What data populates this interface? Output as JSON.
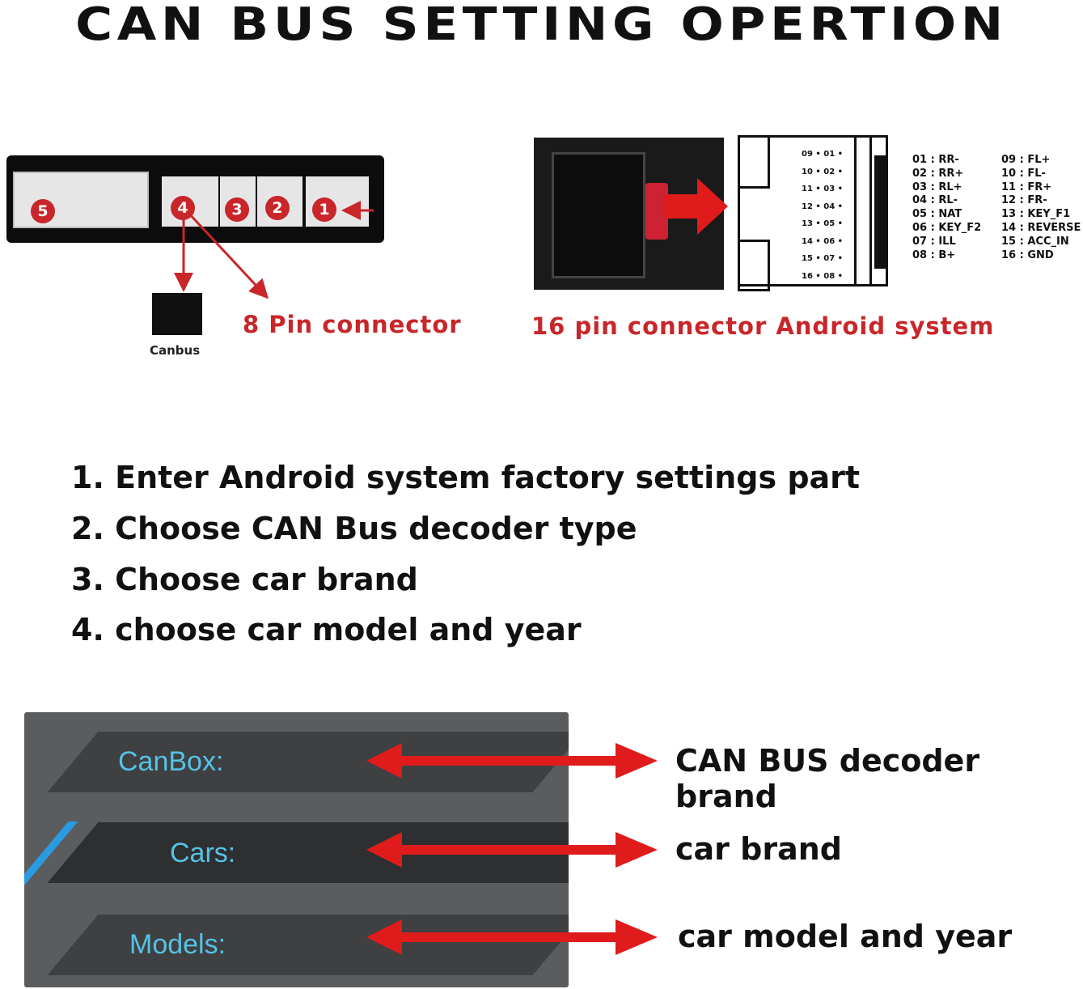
{
  "title": "CAN BUS SETTING OPERTION",
  "connector_8pin": {
    "numbers": [
      "5",
      "4",
      "3",
      "2",
      "1"
    ],
    "canbus_label": "Canbus",
    "caption": "8 Pin connector"
  },
  "connector_16pin": {
    "caption": "16 pin connector Android system",
    "diagram_rows": [
      "09 • 01 •",
      "10 • 02 •",
      "11 • 03 •",
      "12 • 04 •",
      "13 • 05 •",
      "14 • 06 •",
      "15 • 07 •",
      "16 • 08 •"
    ],
    "pins_left": [
      "01 : RR-",
      "02 : RR+",
      "03 : RL+",
      "04 : RL-",
      "05 : NAT",
      "06 : KEY_F2",
      "07 : ILL",
      "08 : B+"
    ],
    "pins_right": [
      "09 : FL+",
      "10 : FL-",
      "11 : FR+",
      "12 : FR-",
      "13 : KEY_F1",
      "14 : REVERSE",
      "15 : ACC_IN",
      "16 : GND"
    ]
  },
  "steps": [
    "1. Enter Android system factory settings part",
    "2. Choose CAN Bus decoder type",
    "3. Choose car brand",
    "4. choose car model and year"
  ],
  "settings_panel": {
    "rows": [
      {
        "label": "CanBox:",
        "description": "CAN BUS decoder brand"
      },
      {
        "label": "Cars:",
        "description": "car brand"
      },
      {
        "label": "Models:",
        "description": "car model and year"
      }
    ]
  },
  "colors": {
    "accent_red": "#c8262a",
    "cyan": "#56c2e6",
    "panel": "#5a5c5e"
  }
}
